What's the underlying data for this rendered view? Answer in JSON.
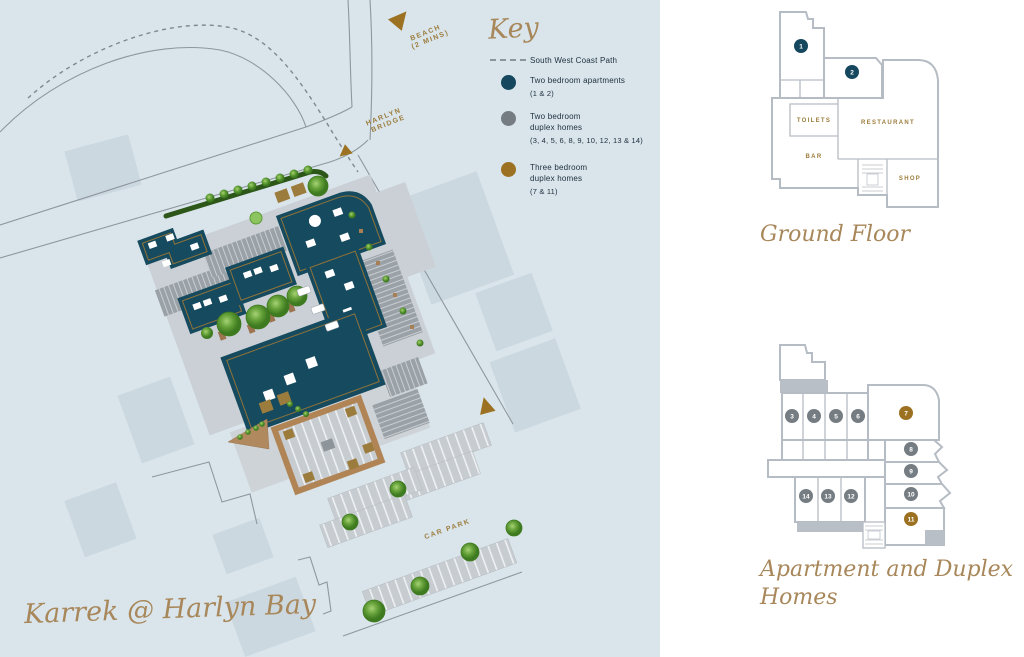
{
  "map": {
    "title": "Karrek @ Harlyn Bay",
    "labels": {
      "beach_line1": "BEACH",
      "beach_line2": "(2 MINS)",
      "bridge_line1": "HARLYN",
      "bridge_line2": "BRIDGE",
      "car_park": "CAR PARK"
    }
  },
  "key": {
    "title": "Key",
    "coast_path_label": "South West Coast Path",
    "apartments": {
      "line1": "Two bedroom apartments",
      "numbers": "(1 & 2)",
      "color": "#15485e"
    },
    "duplex_two_bed": {
      "line1": "Two bedroom",
      "line2": "duplex homes",
      "numbers": "(3, 4, 5, 6, 8, 9, 10, 12, 13 & 14)",
      "color": "#757d83"
    },
    "duplex_three_bed": {
      "line1": "Three bedroom",
      "line2": "duplex homes",
      "numbers": "(7 & 11)",
      "color": "#9c7222"
    }
  },
  "ground_floor": {
    "caption": "Ground Floor",
    "rooms": {
      "toilets": "TOILETS",
      "restaurant": "RESTAURANT",
      "bar": "BAR",
      "shop": "SHOP"
    },
    "units": [
      {
        "number": "1"
      },
      {
        "number": "2"
      }
    ]
  },
  "apartment_plan": {
    "caption_line1": "Apartment and Duplex",
    "caption_line2": "Homes",
    "units": [
      {
        "number": "3"
      },
      {
        "number": "4"
      },
      {
        "number": "5"
      },
      {
        "number": "6"
      },
      {
        "number": "7"
      },
      {
        "number": "8"
      },
      {
        "number": "9"
      },
      {
        "number": "10"
      },
      {
        "number": "11"
      },
      {
        "number": "12"
      },
      {
        "number": "13"
      },
      {
        "number": "14"
      }
    ]
  },
  "colors": {
    "map_background": "#d9e5eb",
    "apartment_teal": "#15485e",
    "duplex_gray": "#757d83",
    "duplex_gold": "#9c7222",
    "gold_text": "#9d7d3f",
    "script_gold": "#a8875a"
  }
}
